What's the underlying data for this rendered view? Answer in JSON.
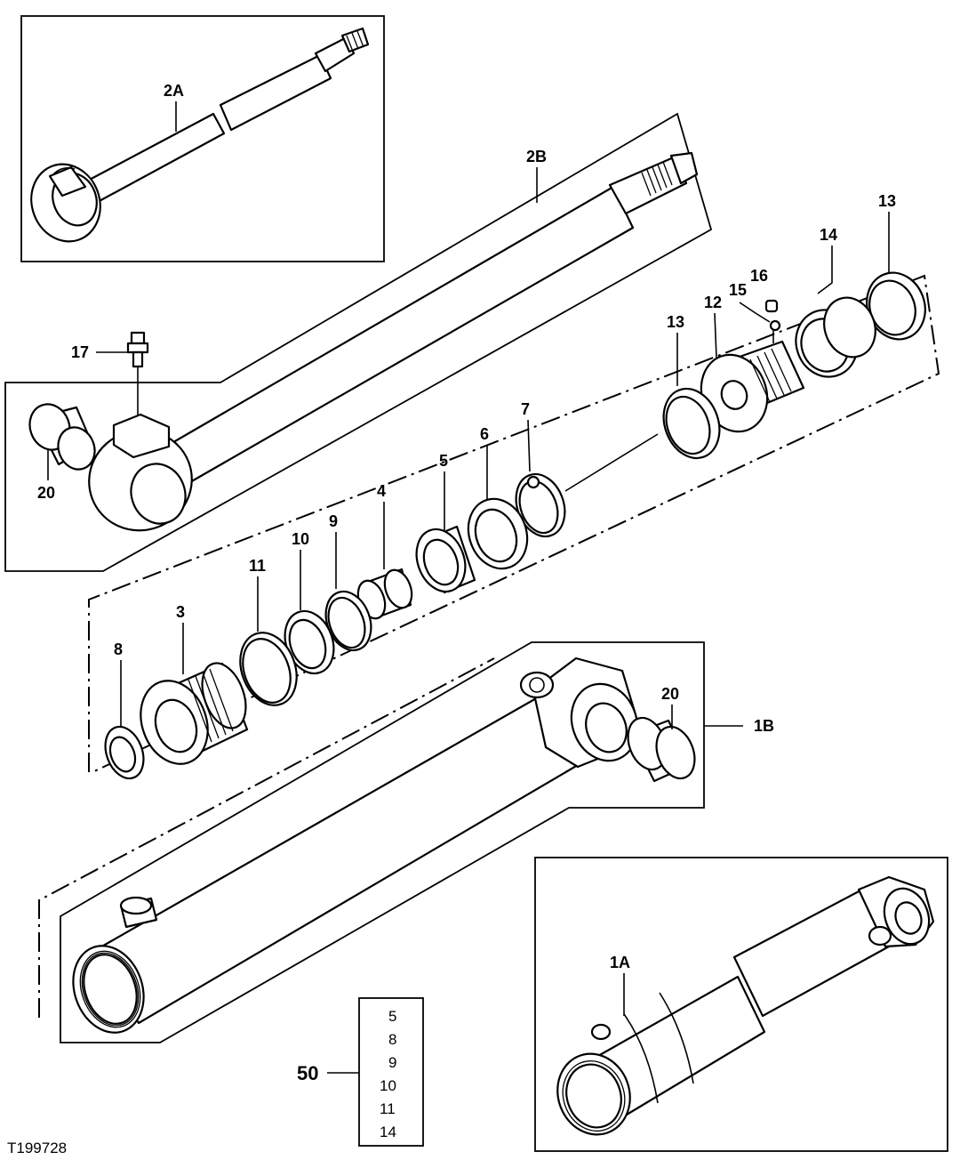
{
  "figure_id": "T199728",
  "callouts": {
    "c_2A": "2A",
    "c_2B": "2B",
    "c_17": "17",
    "c_20a": "20",
    "c_16": "16",
    "c_15": "15",
    "c_14": "14",
    "c_13a": "13",
    "c_13b": "13",
    "c_12": "12",
    "c_7": "7",
    "c_6": "6",
    "c_5": "5",
    "c_4": "4",
    "c_9": "9",
    "c_10": "10",
    "c_11": "11",
    "c_3": "3",
    "c_8": "8",
    "c_20b": "20",
    "c_1B": "1B",
    "c_1A": "1A",
    "c_50": "50"
  },
  "kit_contents": [
    "5",
    "8",
    "9",
    "10",
    "11",
    "14"
  ]
}
